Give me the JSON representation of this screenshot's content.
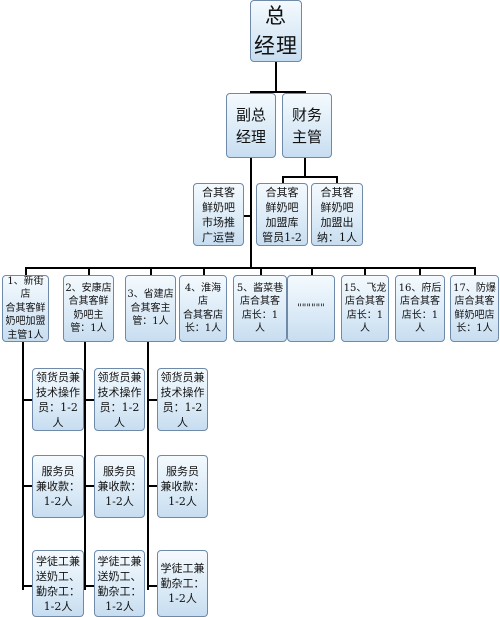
{
  "org": {
    "gm": "总\n经理",
    "deputy": "副总\n经理",
    "finance": "财务\n主管",
    "marketing": "合其客\n鲜奶吧\n市场推\n广运营",
    "warehouse": "合其客\n鲜奶吧\n加盟库\n管员1-2",
    "cashier": "合其客\n鲜奶吧\n加盟出\n纳：1人",
    "stores": [
      "1、新街店\n合其客鲜\n奶吧加盟\n主管1人",
      "2、安康店\n合其客鲜\n奶吧主\n管：1人",
      "3、省建店\n合其客主\n管：1人",
      "4、淮海店\n合其客店\n长：1人",
      "5、酱菜巷\n店合其客\n店长：1\n人",
      "\"\"\"\"\"\"",
      "15、飞龙\n店合其客\n店长：1\n人",
      "16、府后\n店合其客\n店长：1\n人",
      "17、防爆\n店合其客\n鲜奶吧店\n长：1人"
    ],
    "staff_col1": [
      "领货员兼\n技术操作\n员：1-2人",
      "服务员\n兼收款：\n1-2人",
      "学徒工兼\n送奶工、\n勤杂工：\n1-2人"
    ],
    "staff_col2": [
      "领货员兼\n技术操作\n员：1-2人",
      "服务员\n兼收款：\n1-2人",
      "学徒工兼\n送奶工、\n勤杂工：\n1-2人"
    ],
    "staff_col3": [
      "领货员兼\n技术操作\n员：1-2人",
      "服务员\n兼收款：\n1-2人",
      "学徒工兼\n勤杂工：\n1-2人"
    ]
  }
}
